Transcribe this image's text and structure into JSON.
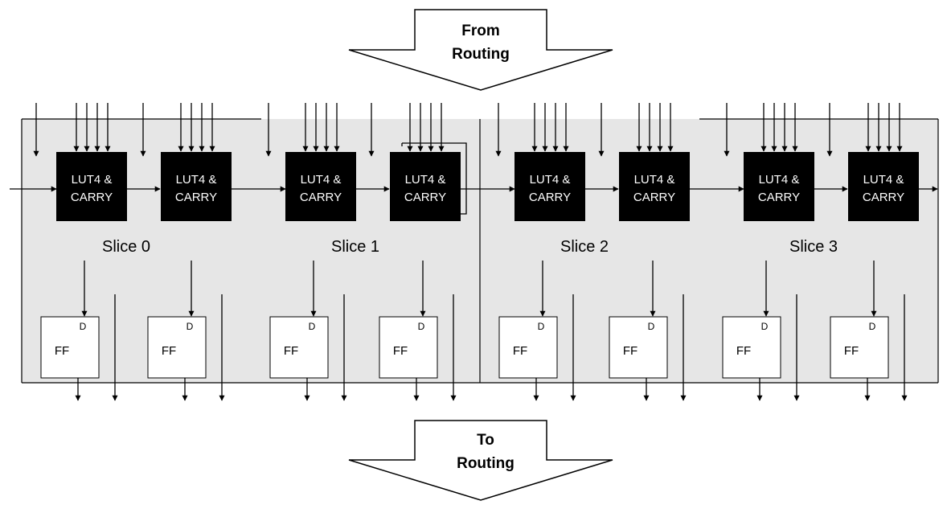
{
  "top_arrow": {
    "line1": "From",
    "line2": "Routing"
  },
  "bottom_arrow": {
    "line1": "To",
    "line2": "Routing"
  },
  "lut_label": {
    "line1": "LUT4 &",
    "line2": "CARRY"
  },
  "ff_label": "FF",
  "ff_input_label": "D",
  "slices": [
    "Slice 0",
    "Slice 1",
    "Slice 2",
    "Slice 3"
  ],
  "colors": {
    "panel": "#e6e6e6",
    "lut_block": "#000000",
    "ff_block": "#ffffff",
    "line": "#000000"
  }
}
